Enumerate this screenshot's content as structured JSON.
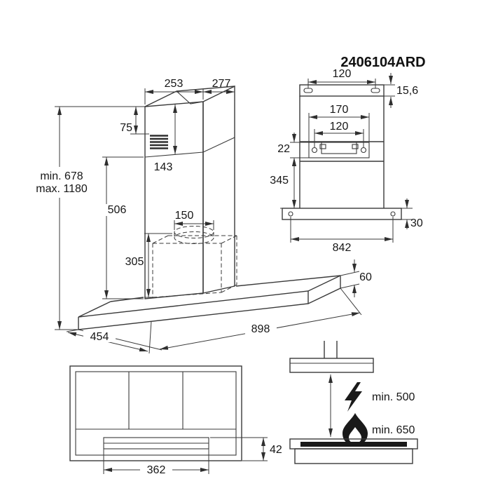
{
  "model_number": "2406104ARD",
  "colors": {
    "background": "#ffffff",
    "line": "#3a3a3a",
    "text": "#161616",
    "icon_fill": "#1a1a1a"
  },
  "icons": {
    "electric": "lightning-icon",
    "gas": "flame-icon"
  },
  "isometric_view": {
    "chimney_width": "253",
    "chimney_depth": "277",
    "grille_offset": "75",
    "upper_chimney": "143",
    "height_min": "min. 678",
    "height_max": "max. 1180",
    "lower_chimney_height": "506",
    "duct_diameter": "150",
    "motor_box_height": "305",
    "hood_depth": "454",
    "hood_width": "898",
    "body_height": "60"
  },
  "rear_view": {
    "top_slot_spacing": "120",
    "top_rail_height": "15,6",
    "bracket_width": "170",
    "bracket_hole_spacing": "120",
    "bracket_height": "22",
    "bracket_to_base": "345",
    "base_edge_height": "30",
    "base_hole_spacing": "842"
  },
  "front_view": {
    "panel_width": "362",
    "panel_height": "42"
  },
  "clearance_view": {
    "electric_min": "min. 500",
    "gas_min": "min. 650"
  }
}
